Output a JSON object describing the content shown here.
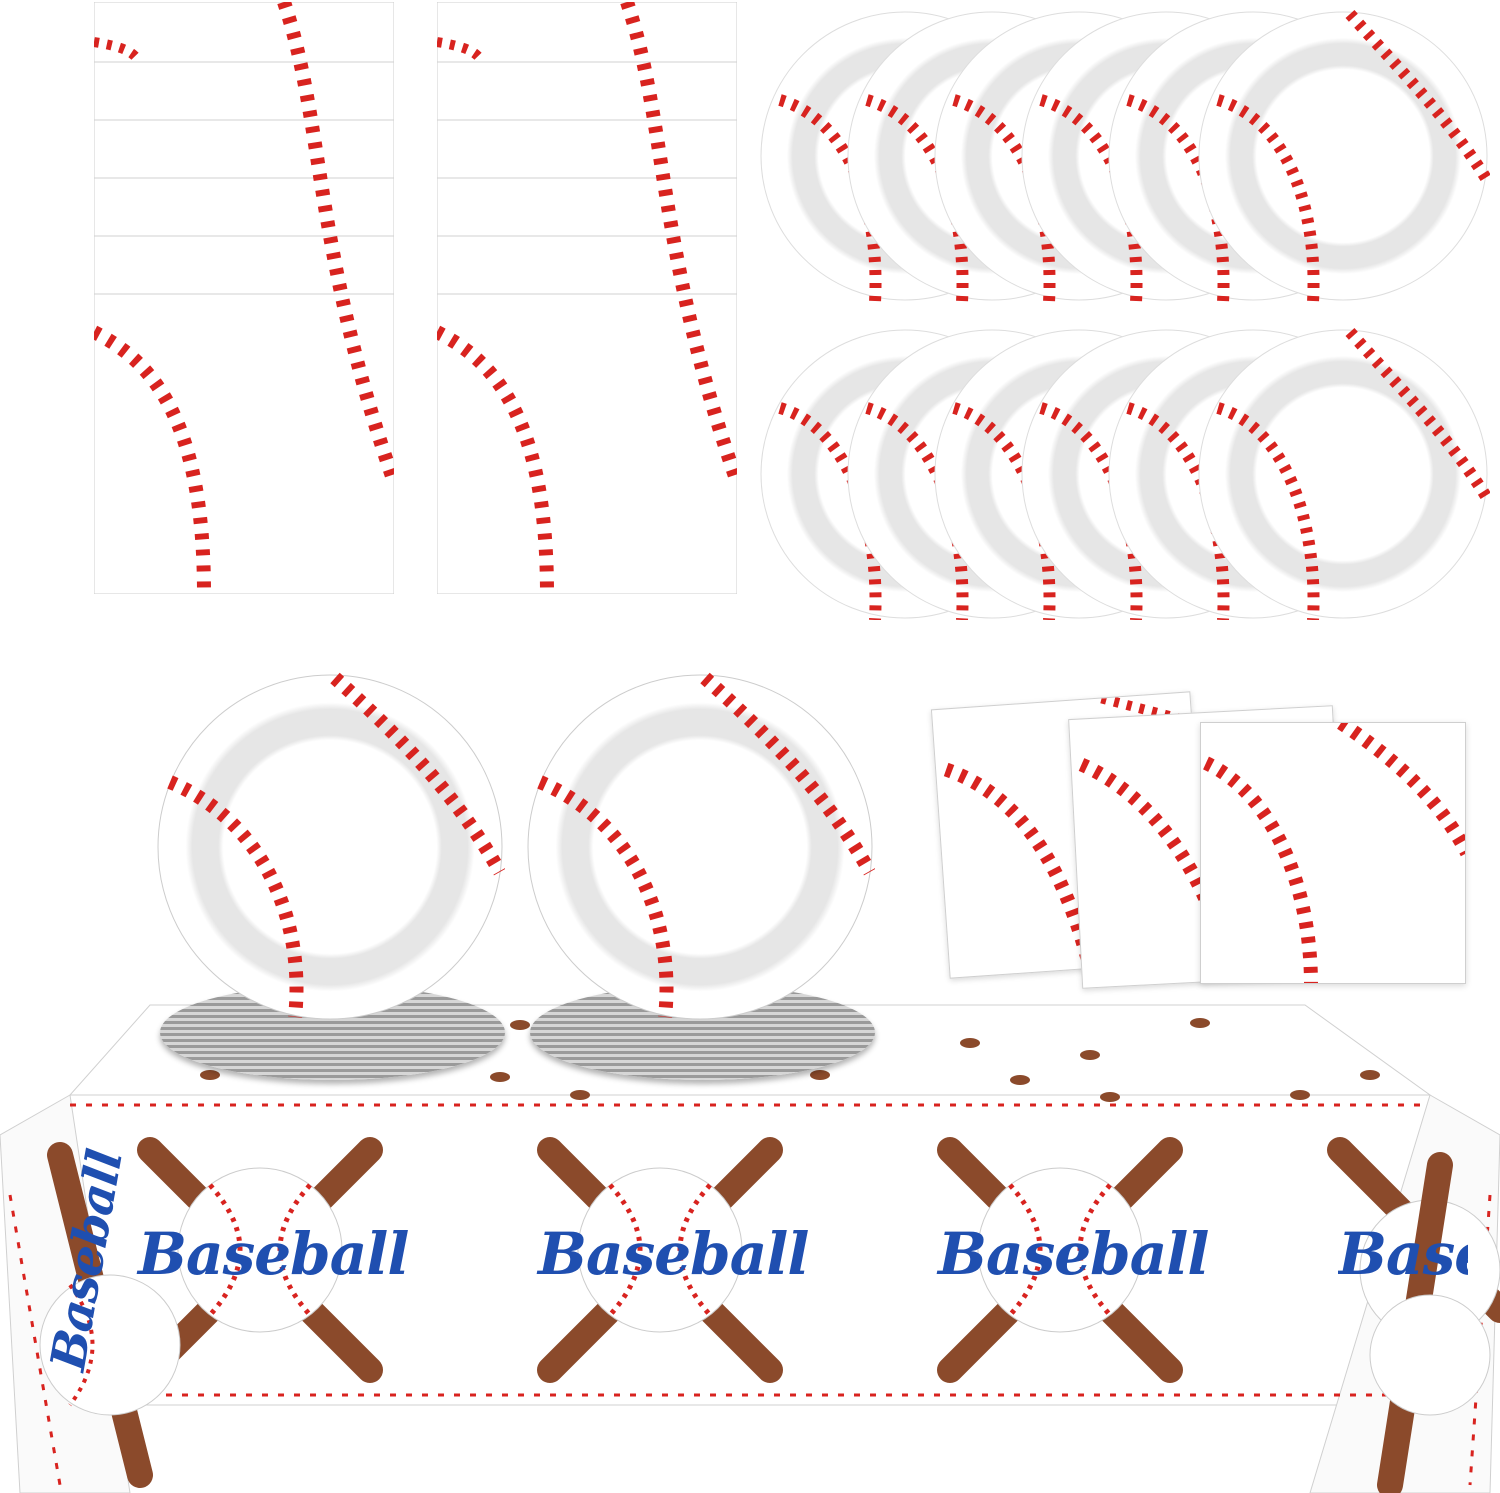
{
  "tablecloth": {
    "emblems": [
      {
        "text": "Baseball"
      },
      {
        "text": "Baseball"
      },
      {
        "text": "Baseball"
      },
      {
        "text": "Baseball"
      }
    ],
    "side_text": "Baseball"
  },
  "colors": {
    "stitch_red": "#d8231f",
    "bat_brown": "#8b4a2b",
    "text_blue": "#1f4fb0",
    "plate_ring": "#e8e8e8"
  }
}
